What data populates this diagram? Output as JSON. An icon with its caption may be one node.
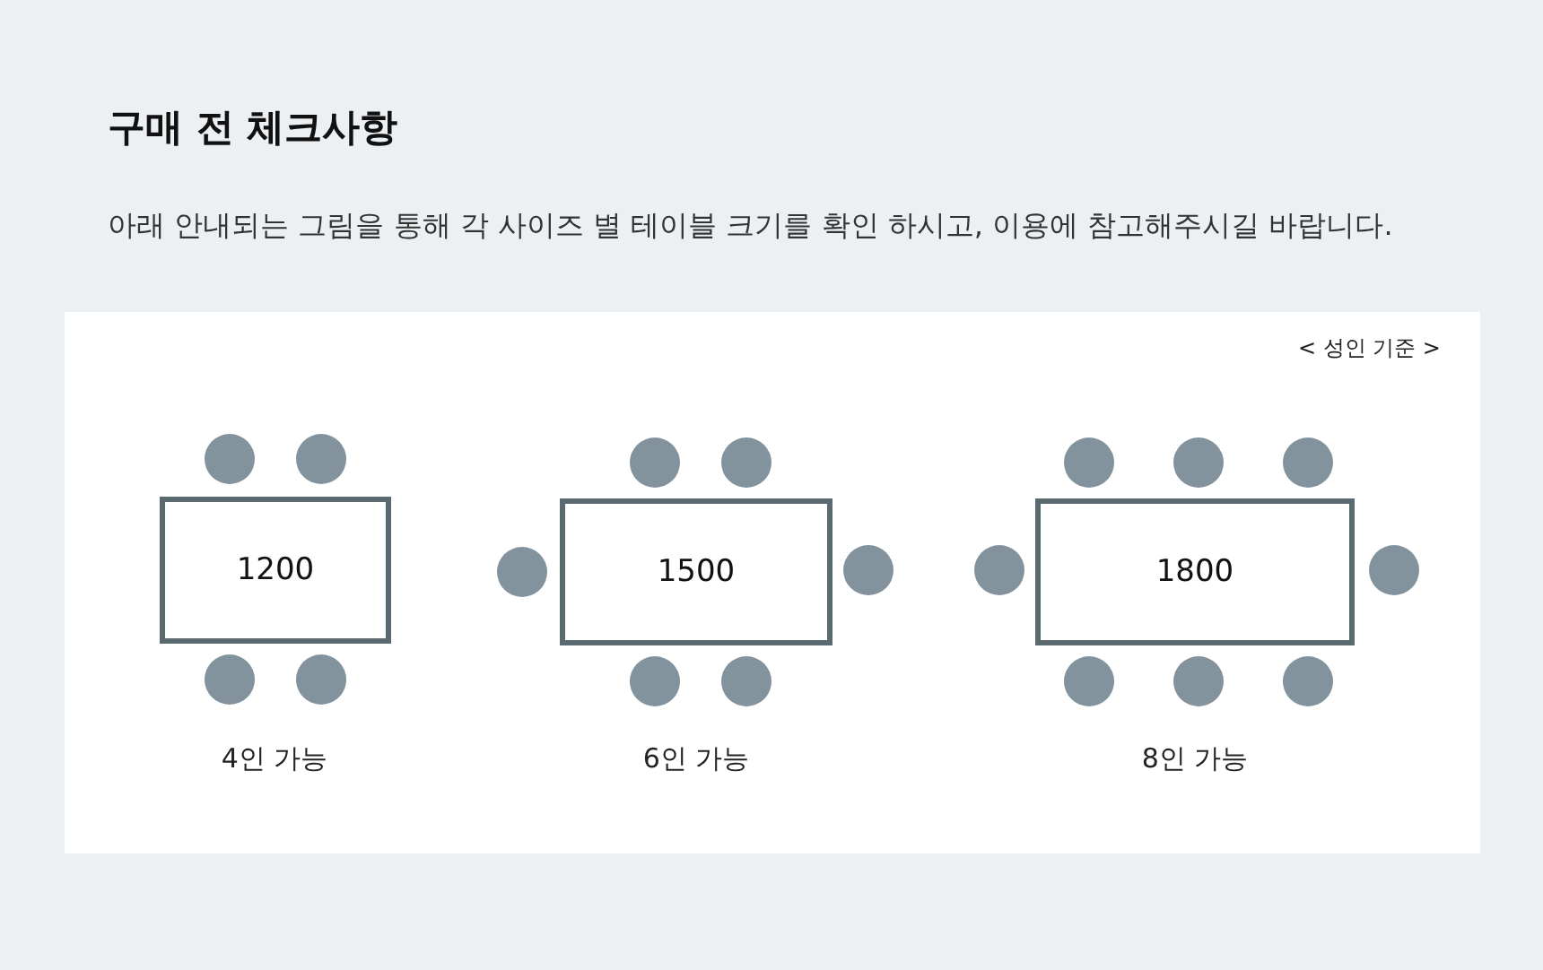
{
  "diagram": {
    "title": "구매 전 체크사항",
    "nodes": [
      {
        "text": [],
        "shape": "circle"
      },
      {
        "text": [],
        "shape": "circle"
      },
      {
        "text": [
          "1200"
        ]
      },
      {
        "text": [],
        "shape": "circle"
      },
      {
        "text": [],
        "shape": "circle"
      },
      {
        "text": [],
        "shape": "circle"
      },
      {
        "text": [],
        "shape": "circle"
      },
      {
        "text": [],
        "shape": "circle"
      },
      {
        "text": [
          "1500"
        ]
      },
      {
        "text": [],
        "shape": "circle"
      },
      {
        "text": [],
        "shape": "circle"
      },
      {
        "text": [],
        "shape": "circle"
      },
      {
        "text": [],
        "shape": "circle"
      },
      {
        "text": [],
        "shape": "circle"
      },
      {
        "text": [],
        "shape": "circle"
      },
      {
        "text": [],
        "shape": "circle"
      },
      {
        "text": [
          "1800"
        ]
      },
      {
        "text": [],
        "shape": "circle"
      },
      {
        "text": [],
        "shape": "circle"
      },
      {
        "text": [],
        "shape": "circle"
      },
      {
        "text": [],
        "shape": "circle"
      }
    ],
    "labels": [
      "아래 안내되는 그림을 통해 각 사이즈 별 테이블 크기를 확인 하시고, 이용에 참고해주시길 바랍니다.",
      "< 성인 기준 >",
      "4인 가능",
      "6인 가능",
      "8인 가능"
    ]
  }
}
